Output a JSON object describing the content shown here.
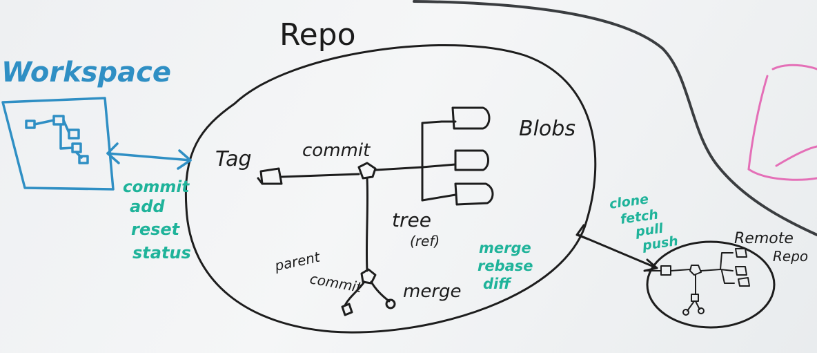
{
  "colors": {
    "black_ink": "#1d1d1d",
    "blue_ink": "#2f8fc4",
    "green_ink": "#1fb39a",
    "pink_ink": "#e46fb7",
    "board": "#f1f3f4"
  },
  "labels": {
    "repo": "Repo",
    "workspace": "Workspace",
    "tag": "Tag",
    "commit": "commit",
    "blobs": "Blobs",
    "tree": "tree",
    "tree_note": "(ref)",
    "parent_commit_line1": "parent",
    "parent_commit_line2": "commit",
    "merge": "merge",
    "remote_line1": "Remote",
    "remote_line2": "Repo"
  },
  "workspace_commands": [
    "commit",
    "add",
    "reset",
    "status"
  ],
  "repo_commands": [
    "merge",
    "rebase",
    "diff"
  ],
  "remote_commands": [
    "clone",
    "fetch",
    "pull",
    "push"
  ]
}
